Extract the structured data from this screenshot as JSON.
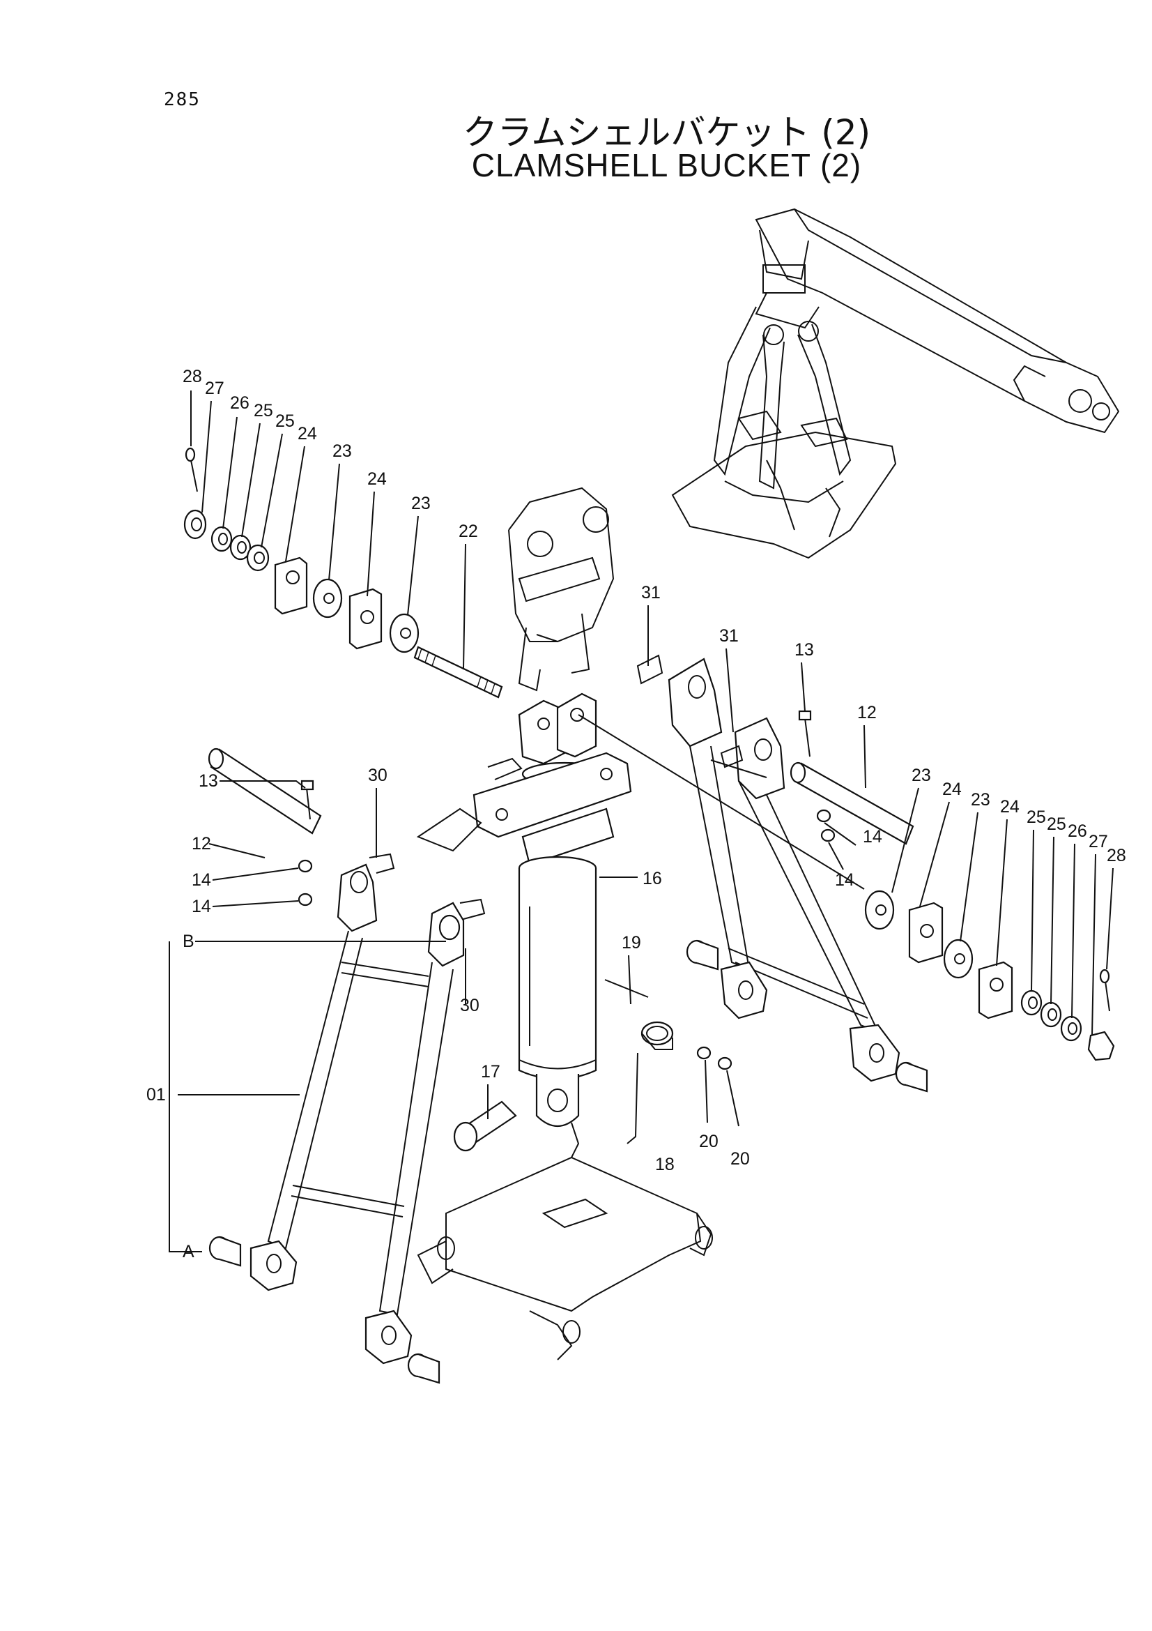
{
  "header": {
    "page_number": "285",
    "title_jp": "クラムシェルバケット (2)",
    "title_en": "CLAMSHELL  BUCKET (2)"
  },
  "callouts": {
    "c28a": "28",
    "c27a": "27",
    "c26a": "26",
    "c25a": "25",
    "c25b": "25",
    "c24a": "24",
    "c23a": "23",
    "c24b": "24",
    "c23b": "23",
    "c22": "22",
    "c31a": "31",
    "c31b": "31",
    "c13a": "13",
    "c12a": "12",
    "c13b": "13",
    "c12b": "12",
    "c14a": "14",
    "c14b": "14",
    "c30a": "30",
    "c14c": "14",
    "c14d": "14",
    "c23c": "23",
    "c24c": "24",
    "c23d": "23",
    "c24d": "24",
    "c25c": "25",
    "c25d": "25",
    "c26b": "26",
    "c27b": "27",
    "c28b": "28",
    "c16": "16",
    "cB": "B",
    "c30b": "30",
    "c19": "19",
    "c01": "01",
    "c17": "17",
    "c18": "18",
    "c20a": "20",
    "c20b": "20",
    "cA": "A"
  }
}
